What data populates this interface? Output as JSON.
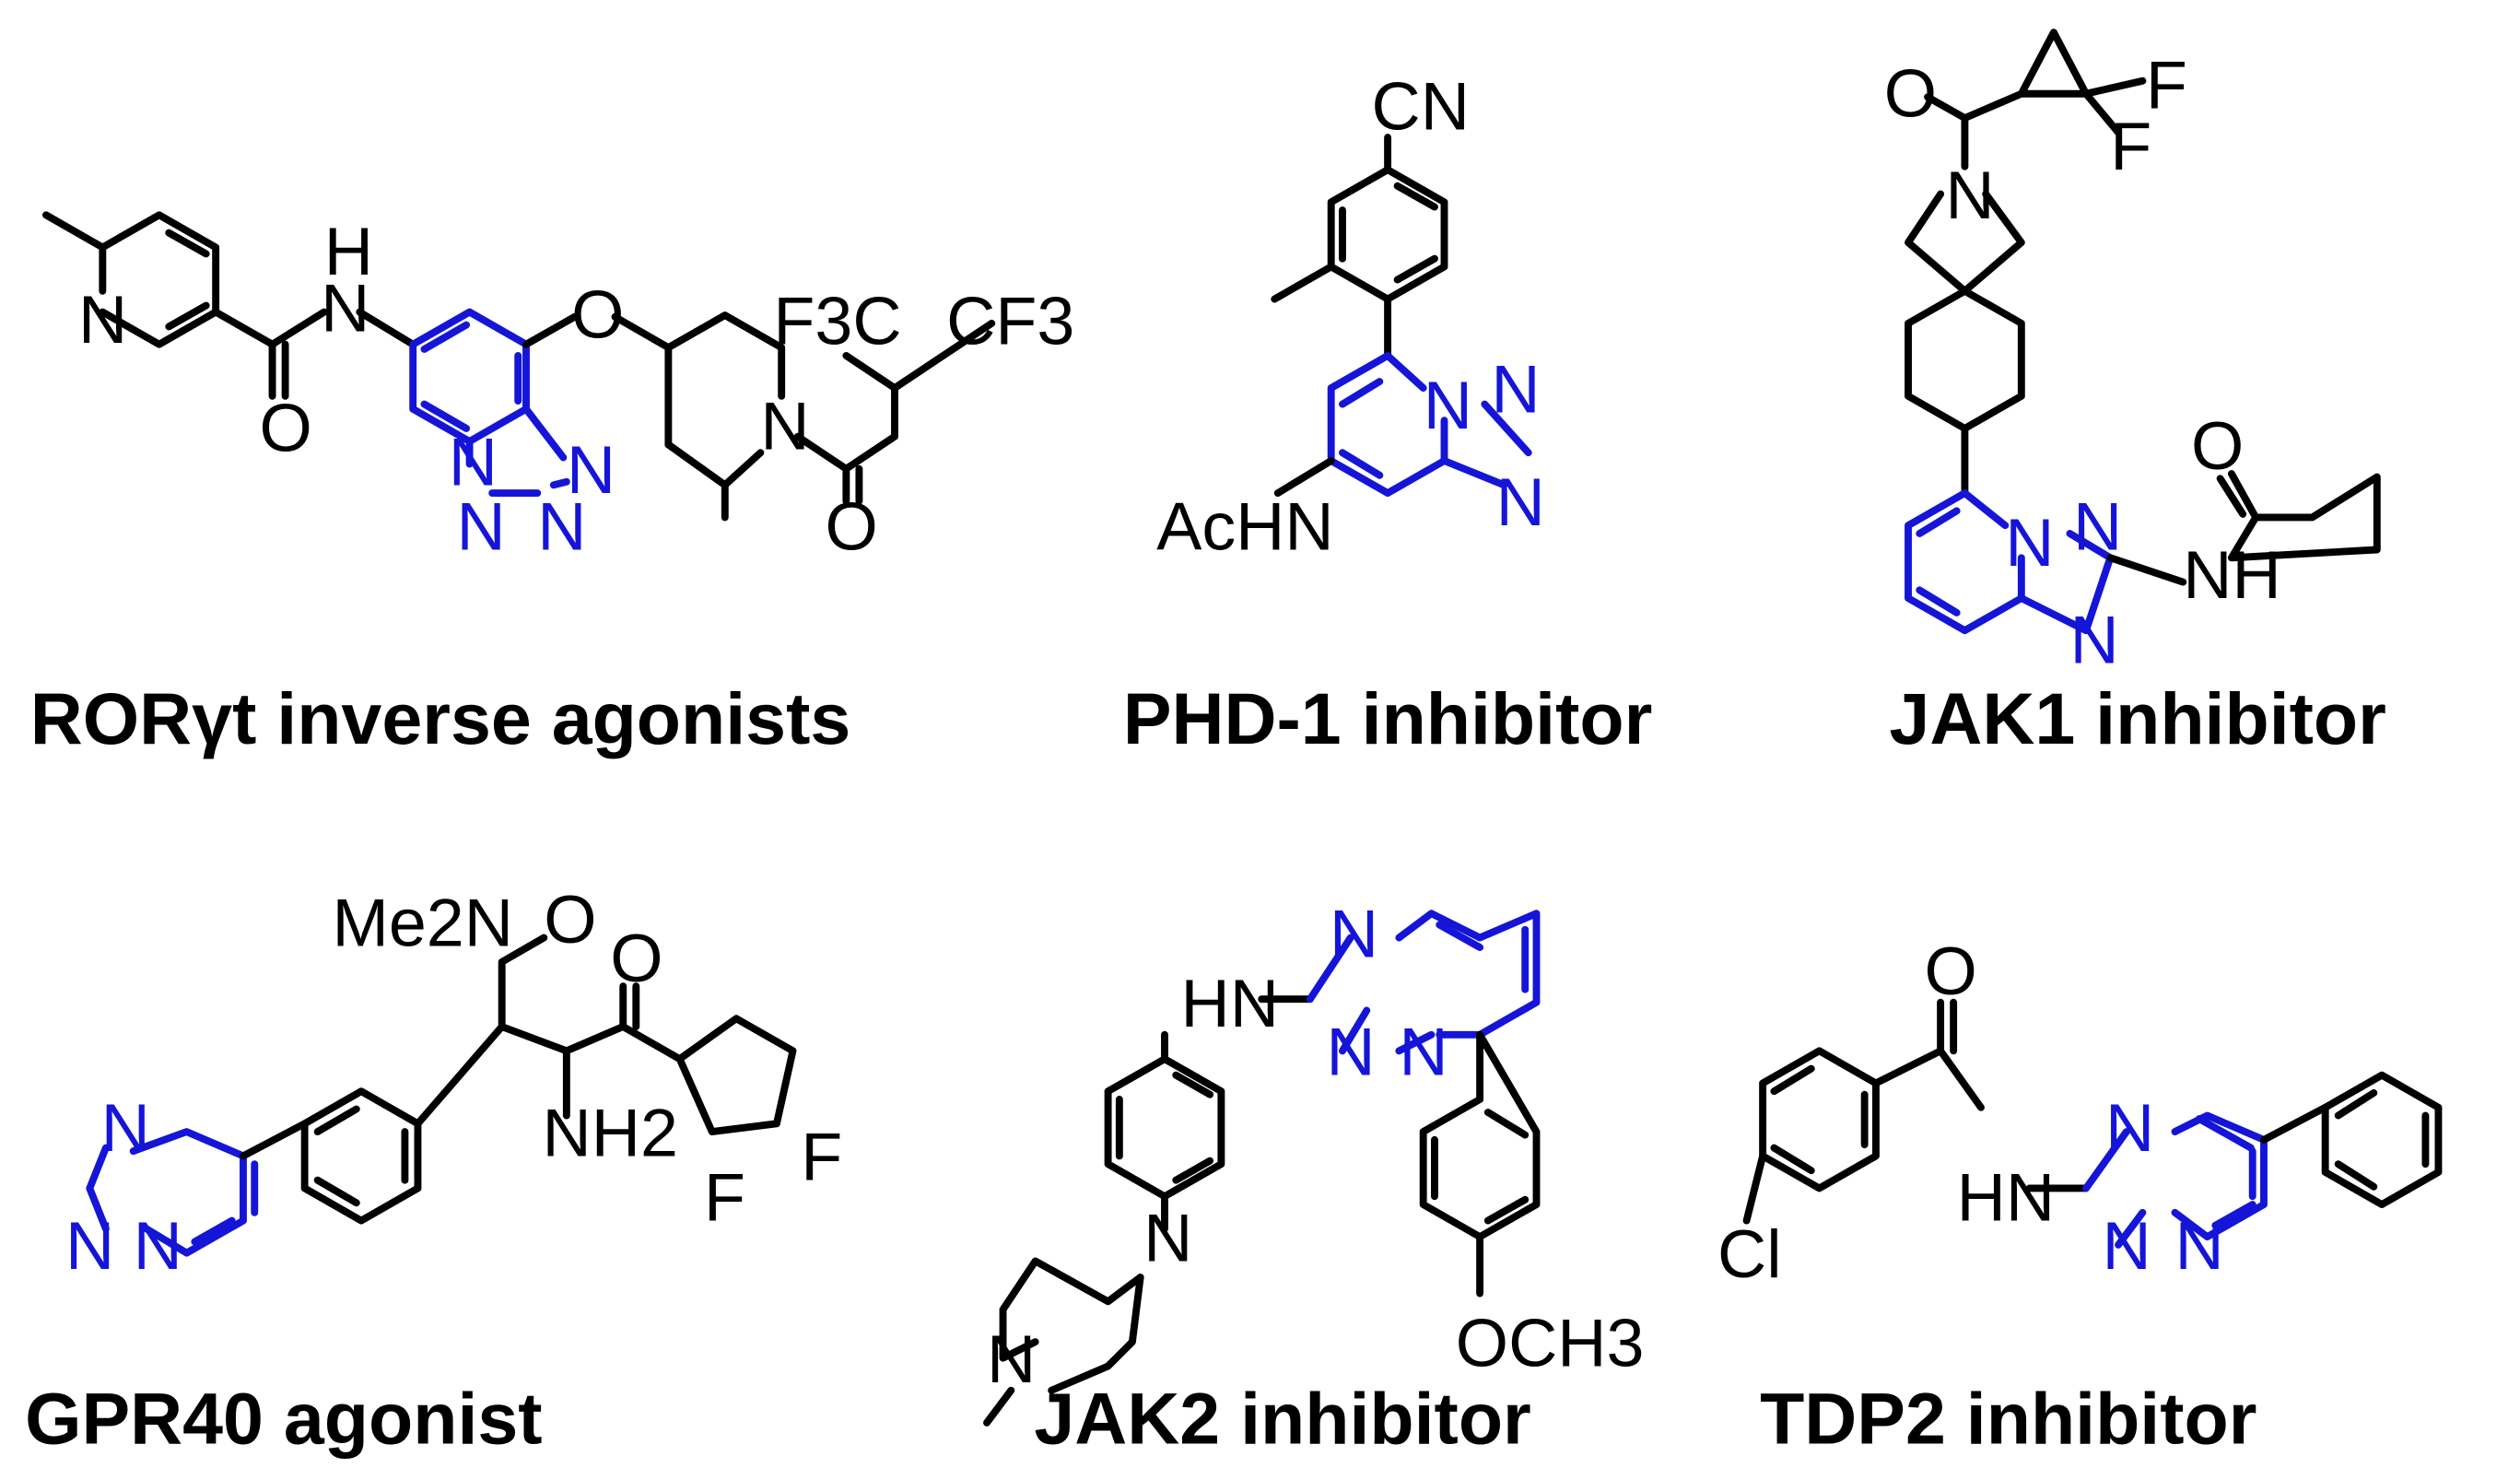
{
  "colors": {
    "scaffold": "#1515d8",
    "bonds": "#000000",
    "background": "#ffffff"
  },
  "compounds": [
    {
      "caption": "RORγt inverse agonists",
      "atoms": {
        "n_pyridine": "N",
        "nh": "H",
        "n_amide": "N",
        "o_amide": "O",
        "o_ether": "O",
        "n_bridge": "N",
        "n_tri1": "N",
        "n_tri2": "N",
        "n_tri3": "N",
        "n_pip": "N",
        "o_acyl": "O",
        "cf3_left": "F3C",
        "cf3_right": "CF3"
      }
    },
    {
      "caption": "PHD-1 inhibitor",
      "atoms": {
        "cn": "CN",
        "achn": "AcHN",
        "n_bridge": "N",
        "n_tri1": "N",
        "n_tri2": "N"
      }
    },
    {
      "caption": "JAK1 inhibitor",
      "atoms": {
        "o": "O",
        "f1": "F",
        "f2": "F",
        "n_azet": "N",
        "n_bridge": "N",
        "n_tri1": "N",
        "n_tri2": "N",
        "o_amide": "O",
        "nh": "NH"
      }
    },
    {
      "caption": "GPR40 agonist",
      "atoms": {
        "me2n": "Me2N",
        "o_amide": "O",
        "o_ketone": "O",
        "nh2": "NH2",
        "f1": "F",
        "f2": "F",
        "n_tri1": "N",
        "n_tri2": "N",
        "n_bridge": "N"
      }
    },
    {
      "caption": "JAK2 inhibitor",
      "atoms": {
        "hn": "HN",
        "n_tri1": "N",
        "n_tri2": "N",
        "n_bridge": "N",
        "n_pip1": "N",
        "n_pip2": "N",
        "och3": "OCH3"
      }
    },
    {
      "caption": "TDP2 inhibitor",
      "atoms": {
        "o": "O",
        "hn": "HN",
        "cl": "Cl",
        "n_tri1": "N",
        "n_tri2": "N",
        "n_bridge": "N"
      }
    }
  ]
}
